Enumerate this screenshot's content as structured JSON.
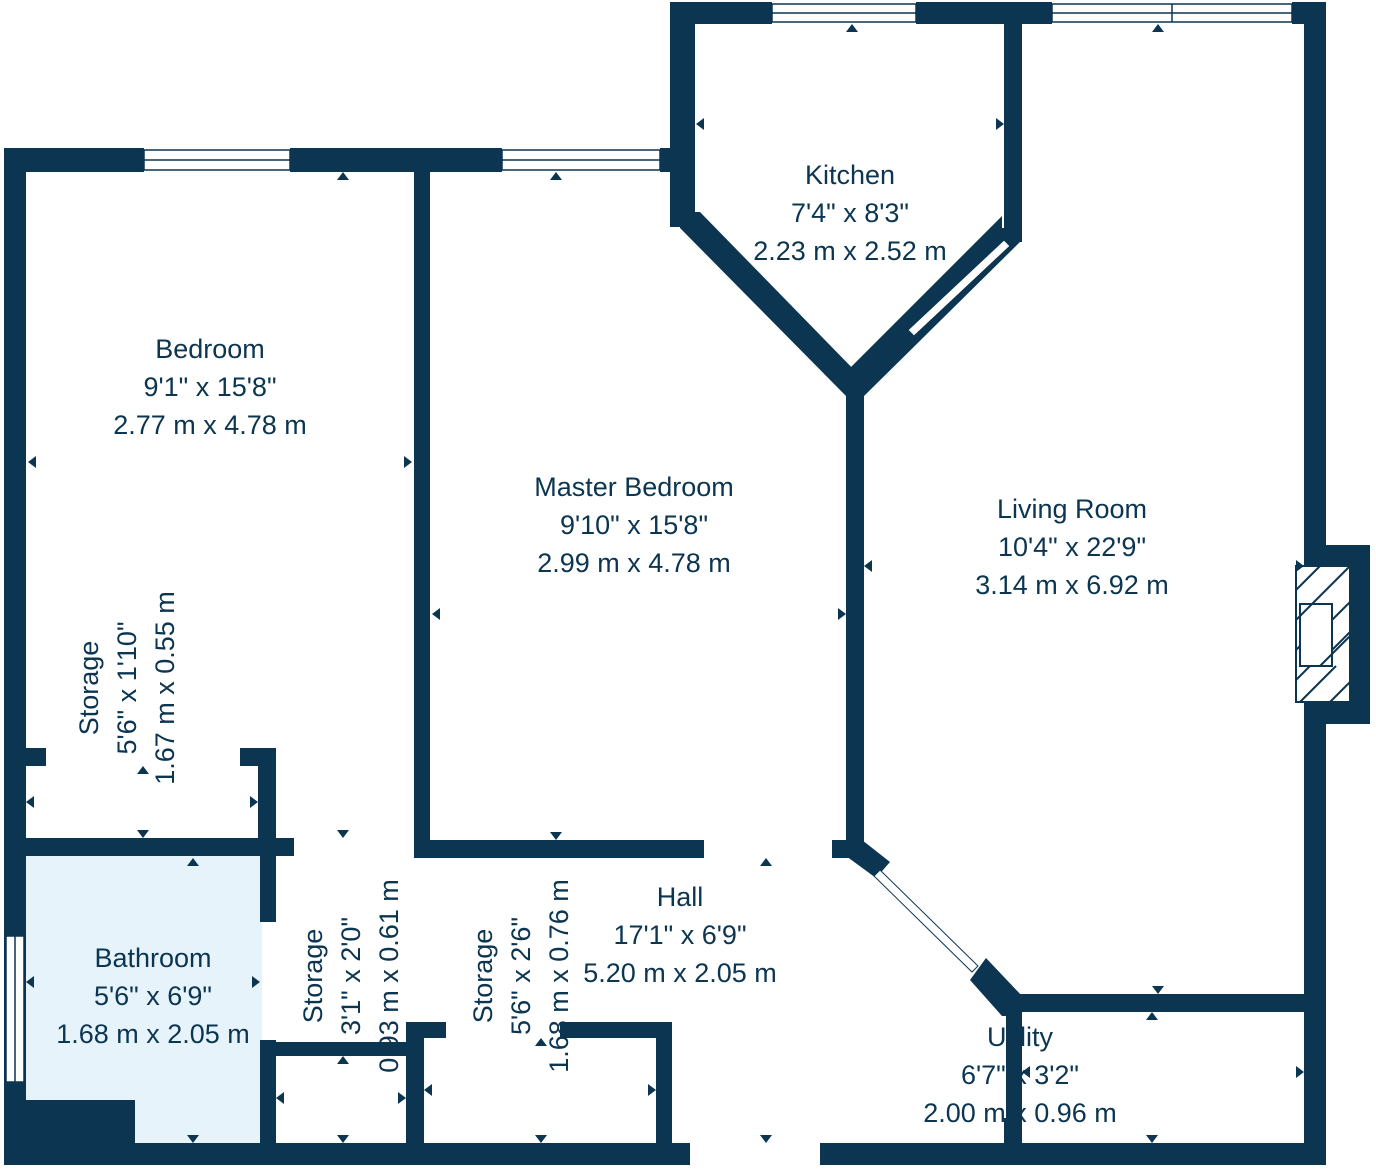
{
  "colors": {
    "wall": "#0b3550",
    "bathroom_fill": "#e6f3fb",
    "background": "#ffffff"
  },
  "rooms": {
    "bedroom": {
      "name": "Bedroom",
      "imperial": "9'1\" x 15'8\"",
      "metric": "2.77 m x 4.78 m"
    },
    "master_bedroom": {
      "name": "Master Bedroom",
      "imperial": "9'10\" x 15'8\"",
      "metric": "2.99 m x 4.78 m"
    },
    "kitchen": {
      "name": "Kitchen",
      "imperial": "7'4\" x 8'3\"",
      "metric": "2.23 m x 2.52 m"
    },
    "living_room": {
      "name": "Living Room",
      "imperial": "10'4\" x 22'9\"",
      "metric": "3.14 m x 6.92 m"
    },
    "hall": {
      "name": "Hall",
      "imperial": "17'1\" x 6'9\"",
      "metric": "5.20 m x 2.05 m"
    },
    "bathroom": {
      "name": "Bathroom",
      "imperial": "5'6\" x 6'9\"",
      "metric": "1.68 m x 2.05 m"
    },
    "utility": {
      "name": "Utility",
      "imperial": "6'7\" x 3'2\"",
      "metric": "2.00 m x 0.96 m"
    },
    "storage_bedroom": {
      "name": "Storage",
      "imperial": "5'6\" x 1'10\"",
      "metric": "1.67 m x 0.55 m"
    },
    "storage_hall_left": {
      "name": "Storage",
      "imperial": "3'1\" x 2'0\"",
      "metric": "0.93 m x 0.61 m"
    },
    "storage_hall_right": {
      "name": "Storage",
      "imperial": "5'6\" x 2'6\"",
      "metric": "1.68 m x 0.76 m"
    }
  }
}
